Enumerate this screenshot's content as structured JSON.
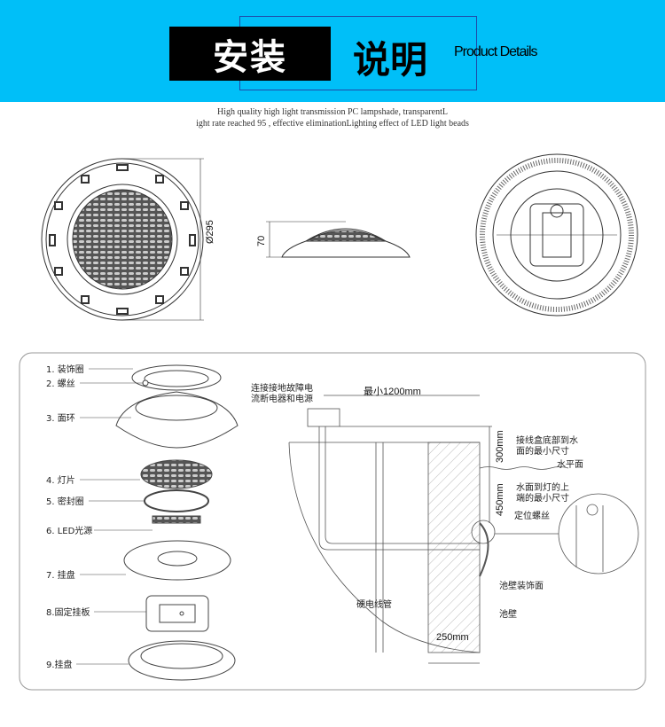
{
  "header": {
    "title_part1": "安装",
    "title_part2": "说明",
    "subtitle_en": "Product Details",
    "brand_color": "#00bff8"
  },
  "description": {
    "line1": "High quality high light transmission PC lampshade, transparentL",
    "line2": "ight rate reached 95 , effective eliminationLighting effect of LED light beads"
  },
  "dimensions": {
    "diameter": "Ø295",
    "height": "70"
  },
  "parts": [
    {
      "label": "1. 装饰圈"
    },
    {
      "label": "2. 螺丝"
    },
    {
      "label": "3. 面环"
    },
    {
      "label": "4. 灯片"
    },
    {
      "label": "5. 密封圈"
    },
    {
      "label": "6. LED光源"
    },
    {
      "label": "7. 挂盘"
    },
    {
      "label": "8.固定挂板"
    },
    {
      "label": "9.挂盘"
    }
  ],
  "installation": {
    "power_line1": "连接接地故障电",
    "power_line2": "流断电器和电源",
    "min_distance": "最小1200mm",
    "dim_300": "300mm",
    "dim_450": "450mm",
    "dim_250": "250mm",
    "junction_line1": "接线盒底部到水",
    "junction_line2": "面的最小尺寸",
    "water_level": "水平面",
    "lamp_top_line1": "水面到灯的上",
    "lamp_top_line2": "端的最小尺寸",
    "locating_screw": "定位螺丝",
    "wall_finish": "池壁装饰面",
    "pool_wall": "池壁",
    "conduit": "硬电线管"
  }
}
